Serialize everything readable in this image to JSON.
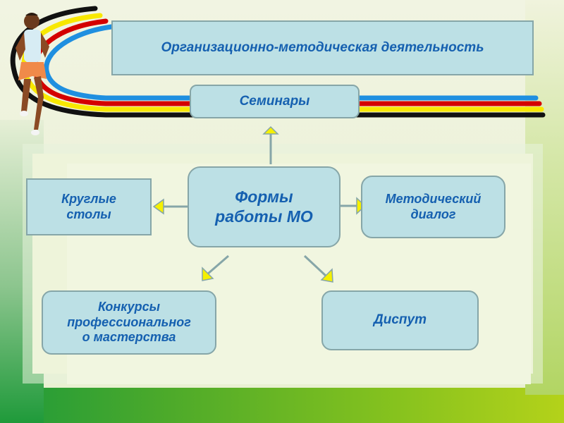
{
  "title_box": {
    "label": "Организационно-методическая деятельность"
  },
  "center_node": {
    "line1": "Формы",
    "line2": "работы МО"
  },
  "nodes": {
    "top": {
      "label": "Семинары"
    },
    "left": {
      "line1": "Круглые",
      "line2": "столы"
    },
    "right": {
      "line1": "Методический",
      "line2": "диалог"
    },
    "bottom_left": {
      "line1": "Конкурсы",
      "line2": "профессиональног",
      "line3": "о мастерства"
    },
    "bottom_right": {
      "label": "Диспут"
    }
  },
  "colors": {
    "box_fill": "#bce0e5",
    "box_border": "#86a6a8",
    "text": "#1560b0",
    "arrow_head": "#f5f000",
    "ring_blue": "#1f8fe0",
    "ring_red": "#d40000",
    "ring_yellow": "#f8e800",
    "ring_black": "#111111"
  }
}
